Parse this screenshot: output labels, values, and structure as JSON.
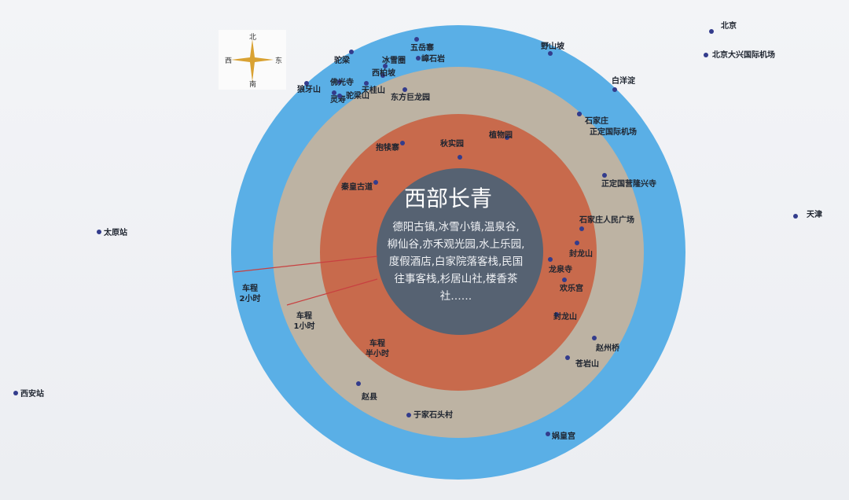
{
  "center": {
    "title": "西部长青",
    "description_lines": [
      "德阳古镇,冰雪小镇,温泉谷,",
      "柳仙谷,亦禾观光园,水上乐园,",
      "度假酒店,白家院落客栈,民国",
      "往事客栈,杉居山社,楼香茶",
      "社……"
    ]
  },
  "rings": [
    {
      "name": "inner",
      "color": "#c86a4c",
      "label": [
        "车程",
        "半小时"
      ]
    },
    {
      "name": "middle",
      "color": "#bdb3a3",
      "label": [
        "车程",
        "1小时"
      ]
    },
    {
      "name": "outer",
      "color": "#5aafe6",
      "label": [
        "车程",
        "2小时"
      ]
    }
  ],
  "core_color": "#566272",
  "compass": {
    "north": "北",
    "south": "南",
    "west": "西",
    "east": "东"
  },
  "places": [
    "北京",
    "北京大兴国际机场",
    "天津",
    "太原站",
    "西安站",
    "野山坡",
    "白洋淀",
    "石家庄",
    "正定国际机场",
    "狼牙山",
    "五岳寨",
    "冰雪圈",
    "西柏坡",
    "嶂石岩",
    "驼梁",
    "天桂山",
    "佛光寺",
    "灵寿",
    "驼梁山",
    "东方巨龙园",
    "抱犊寨",
    "秋实园",
    "植物园",
    "秦皇古道",
    "正定国营隆兴寺",
    "石家庄人民广场",
    "封龙山",
    "龙泉寺",
    "欢乐宫",
    "封龙山",
    "赵州桥",
    "苍岩山",
    "于家石头村",
    "赵县",
    "娲皇宫"
  ]
}
